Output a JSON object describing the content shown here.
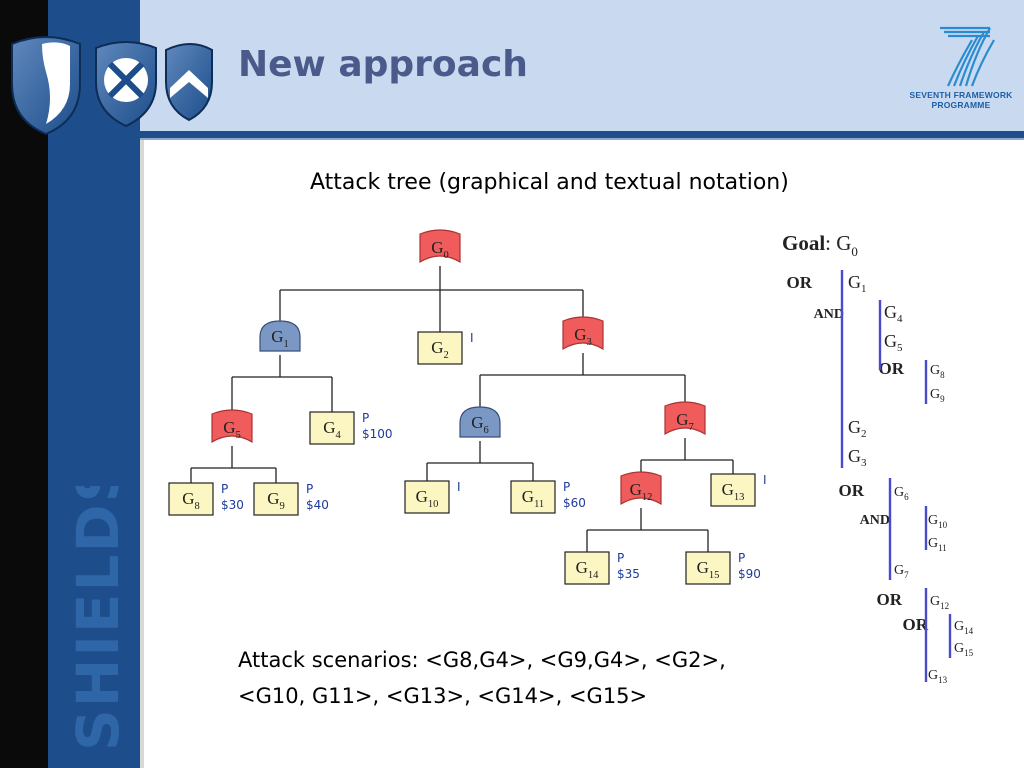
{
  "slide": {
    "title": "New approach",
    "subtitle": "Attack tree (graphical and textual notation)",
    "brand_word": "SHIELDS",
    "scenarios_line1": "Attack scenarios: <G8,G4>, <G9,G4>, <G2>,",
    "scenarios_line2": "<G10, G11>, <G13>, <G14>, <G15>"
  },
  "fp7_logo": {
    "line1": "SEVENTH FRAMEWORK",
    "line2": "PROGRAMME"
  },
  "colors": {
    "stripe": "#1d4d8a",
    "header": "#c9d9f0",
    "title": "#4a5a8a",
    "or_node": "#f05b5b",
    "and_node": "#7b97c4",
    "leaf": "#fbf6c2",
    "annotation": "#1e3a9a",
    "textual_bar": "#4a4acc"
  },
  "tree": {
    "nodes": [
      {
        "id": "G0",
        "sub": "0",
        "kind": "or"
      },
      {
        "id": "G1",
        "sub": "1",
        "kind": "and"
      },
      {
        "id": "G2",
        "sub": "2",
        "kind": "leaf",
        "note": [
          "I"
        ]
      },
      {
        "id": "G3",
        "sub": "3",
        "kind": "or"
      },
      {
        "id": "G4",
        "sub": "4",
        "kind": "leaf",
        "note": [
          "P",
          "$100"
        ]
      },
      {
        "id": "G5",
        "sub": "5",
        "kind": "or"
      },
      {
        "id": "G6",
        "sub": "6",
        "kind": "and"
      },
      {
        "id": "G7",
        "sub": "7",
        "kind": "or"
      },
      {
        "id": "G8",
        "sub": "8",
        "kind": "leaf",
        "note": [
          "P",
          "$30"
        ]
      },
      {
        "id": "G9",
        "sub": "9",
        "kind": "leaf",
        "note": [
          "P",
          "$40"
        ]
      },
      {
        "id": "G10",
        "sub": "10",
        "kind": "leaf",
        "note": [
          "I"
        ]
      },
      {
        "id": "G11",
        "sub": "11",
        "kind": "leaf",
        "note": [
          "P",
          "$60"
        ]
      },
      {
        "id": "G12",
        "sub": "12",
        "kind": "or"
      },
      {
        "id": "G13",
        "sub": "13",
        "kind": "leaf",
        "note": [
          "I"
        ]
      },
      {
        "id": "G14",
        "sub": "14",
        "kind": "leaf",
        "note": [
          "P",
          "$35"
        ]
      },
      {
        "id": "G15",
        "sub": "15",
        "kind": "leaf",
        "note": [
          "P",
          "$90"
        ]
      }
    ],
    "edges": [
      [
        "G0",
        [
          "G1",
          "G2",
          "G3"
        ]
      ],
      [
        "G1",
        [
          "G5",
          "G4"
        ]
      ],
      [
        "G5",
        [
          "G8",
          "G9"
        ]
      ],
      [
        "G3",
        [
          "G6",
          "G7"
        ]
      ],
      [
        "G6",
        [
          "G10",
          "G11"
        ]
      ],
      [
        "G7",
        [
          "G12",
          "G13"
        ]
      ],
      [
        "G12",
        [
          "G14",
          "G15"
        ]
      ]
    ]
  },
  "textual": {
    "goal_label": "Goal",
    "goal": {
      "g": "G",
      "sub": "0"
    },
    "lines": [
      {
        "op": "OR",
        "g": "G",
        "sub": "1"
      },
      {
        "op": "AND",
        "g": "G",
        "sub": "4"
      },
      {
        "op": "",
        "g": "G",
        "sub": "5"
      },
      {
        "op": "OR",
        "g": "G",
        "sub": "8"
      },
      {
        "op": "",
        "g": "G",
        "sub": "9"
      },
      {
        "op": "",
        "g": "G",
        "sub": "2"
      },
      {
        "op": "",
        "g": "G",
        "sub": "3"
      },
      {
        "op": "OR",
        "g": "G",
        "sub": "6"
      },
      {
        "op": "AND",
        "g": "G",
        "sub": "10"
      },
      {
        "op": "",
        "g": "G",
        "sub": "11"
      },
      {
        "op": "",
        "g": "G",
        "sub": "7"
      },
      {
        "op": "OR",
        "g": "G",
        "sub": "12"
      },
      {
        "op": "OR",
        "g": "G",
        "sub": "14"
      },
      {
        "op": "",
        "g": "G",
        "sub": "15"
      },
      {
        "op": "",
        "g": "G",
        "sub": "13"
      }
    ]
  }
}
